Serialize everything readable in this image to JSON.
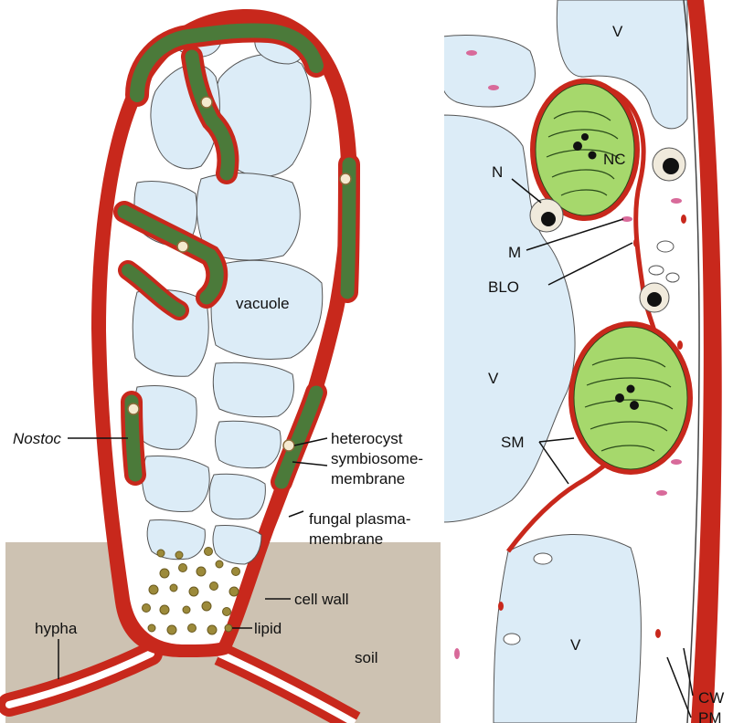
{
  "left_panel": {
    "labels": {
      "vacuole": "vacuole",
      "nostoc": "Nostoc",
      "heterocyst": "heterocyst",
      "symbiosome_1": "symbiosome-",
      "symbiosome_2": "membrane",
      "fungal_1": "fungal plasma-",
      "fungal_2": "membrane",
      "cell_wall": "cell wall",
      "lipid": "lipid",
      "hypha": "hypha",
      "soil": "soil"
    }
  },
  "right_panel": {
    "labels": {
      "v_top": "V",
      "n": "N",
      "nc": "NC",
      "m": "M",
      "blo": "BLO",
      "v_mid": "V",
      "sm": "SM",
      "v_bottom": "V",
      "cw": "CW",
      "pm": "PM"
    }
  },
  "colors": {
    "wall": "#c8281c",
    "vacuole": "#dcecf7",
    "cytoplasm": "#ffffff",
    "soil": "#cdc2b2",
    "chloroplast": "#a6d86c",
    "nostoc_cell": "#4b7a3a",
    "lipid": "#9c8a3a"
  }
}
